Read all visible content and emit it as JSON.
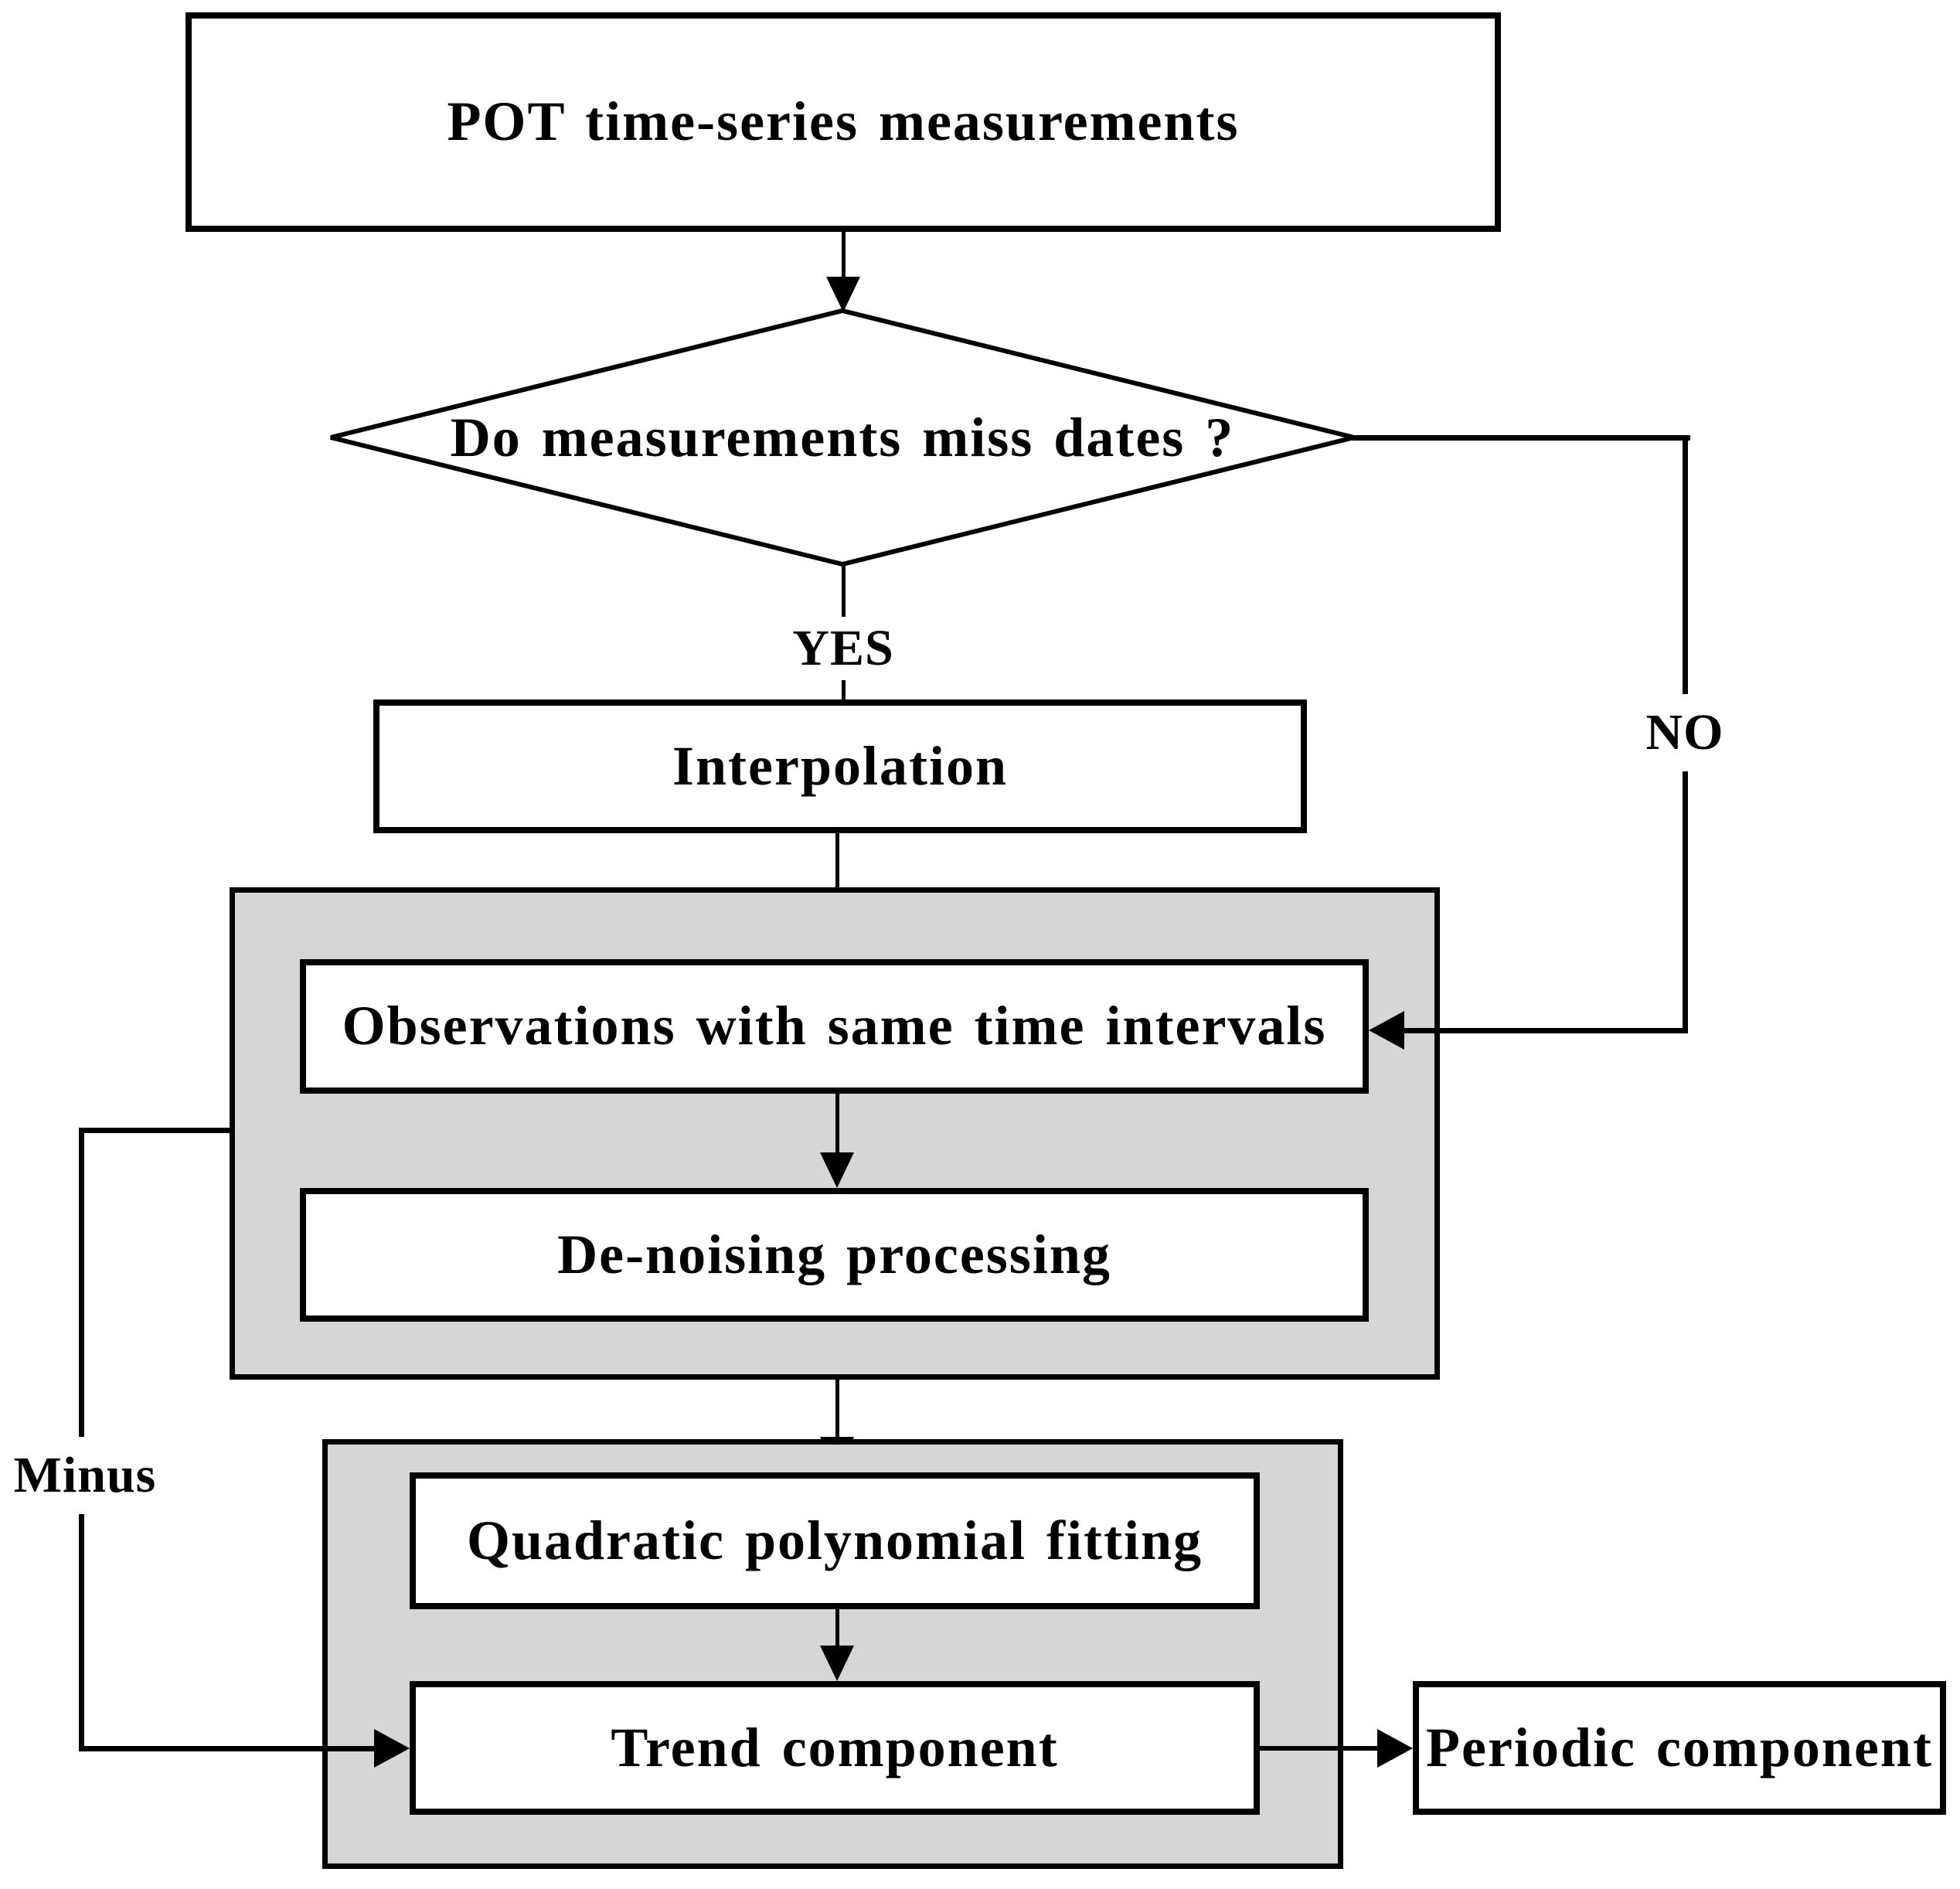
{
  "figure": {
    "type": "flowchart",
    "background_color": "#ffffff",
    "line_color": "#000000",
    "container_fill_color": "#d6d6d6",
    "nodes": {
      "pot": "POT time-series measurements",
      "decision": "Do measurements miss dates ?",
      "interpolation": "Interpolation",
      "observations": "Observations with same time intervals",
      "denoising": "De-noising processing",
      "quadratic": "Quadratic polynomial fitting",
      "trend": "Trend component",
      "periodic": "Periodic component"
    },
    "edge_labels": {
      "yes": "YES",
      "no": "NO",
      "minus": "Minus"
    }
  }
}
